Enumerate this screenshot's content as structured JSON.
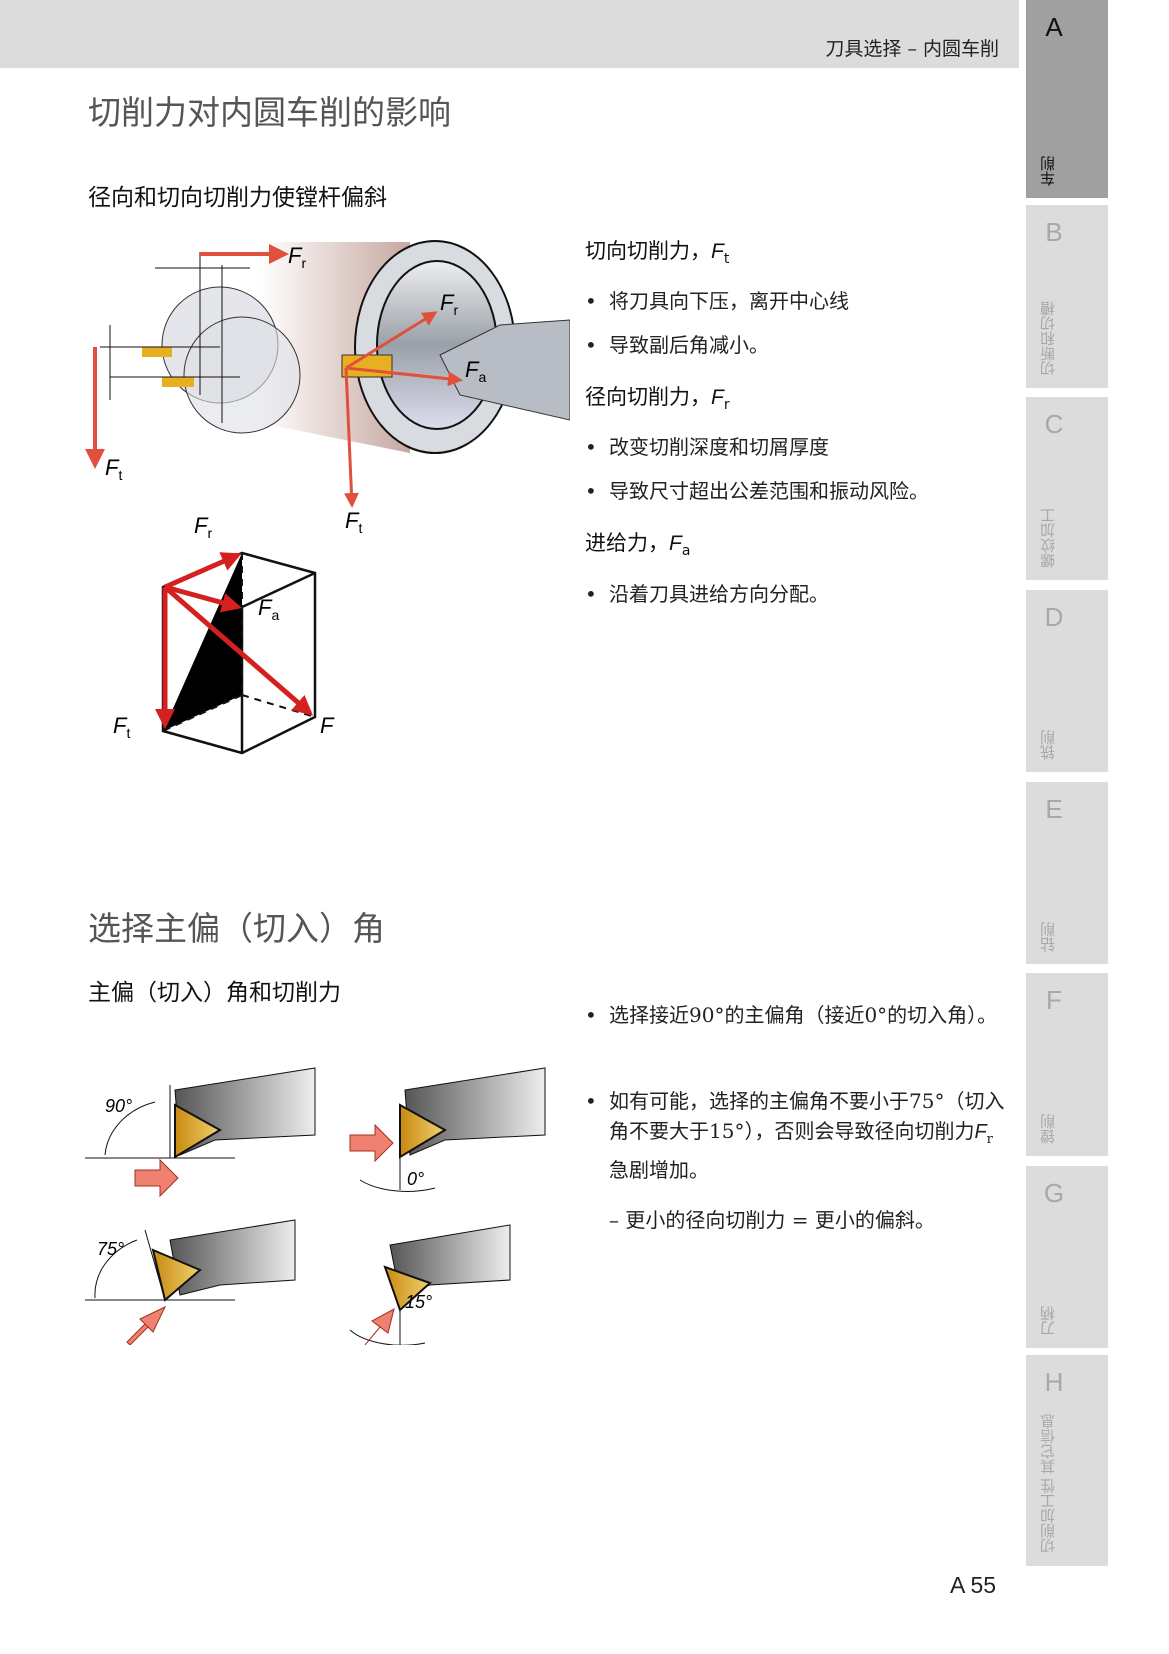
{
  "header": {
    "breadcrumb": "刀具选择 – 内圆车削"
  },
  "tabs": [
    {
      "letter": "A",
      "label": "车削",
      "active": true
    },
    {
      "letter": "B",
      "label": "切断和切槽"
    },
    {
      "letter": "C",
      "label": "螺纹加工"
    },
    {
      "letter": "D",
      "label": "铣削"
    },
    {
      "letter": "E",
      "label": "钻削"
    },
    {
      "letter": "F",
      "label": "镗削"
    },
    {
      "letter": "G",
      "label": "刀柄"
    },
    {
      "letter": "H",
      "label": "切削加工性 其它信息"
    }
  ],
  "section1": {
    "title": "切削力对内圆车削的影响",
    "subtitle": "径向和切向切削力使镗杆偏斜",
    "tangential": {
      "heading": "切向切削力，",
      "symbol": "F",
      "sub": "t",
      "bullets": [
        "将刀具向下压，离开中心线",
        "导致副后角减小。"
      ]
    },
    "radial": {
      "heading": "径向切削力，",
      "symbol": "F",
      "sub": "r",
      "bullets": [
        "改变切削深度和切屑厚度",
        "导致尺寸超出公差范围和振动风险。"
      ]
    },
    "feed": {
      "heading": "进给力，",
      "symbol": "F",
      "sub": "a",
      "bullets": [
        "沿着刀具进给方向分配。"
      ]
    },
    "diagram_labels": {
      "F": "F",
      "r": "r",
      "t": "t",
      "a": "a"
    }
  },
  "section2": {
    "title": "选择主偏（切入）角",
    "subtitle": "主偏（切入）角和切削力",
    "angles": {
      "a90": "90°",
      "a0": "0°",
      "a75": "75°",
      "a15": "15°"
    },
    "bullet1": "选择接近90°的主偏角（接近0°的切入角）。",
    "bullet2a": "如有可能，选择的主偏角不要小于75°（切入角不要大于15°），否则会导致径向切削力",
    "bullet2_symbol": "F",
    "bullet2_sub": "r",
    "bullet2b": "急剧增加。",
    "dash": "– 更小的径向切削力 = 更小的偏斜。"
  },
  "page_number": "A 55",
  "colors": {
    "arrow": "#e0503c",
    "insert": "#e8b020",
    "tab_active": "#a0a0a0",
    "tab": "#dcdcdc"
  }
}
